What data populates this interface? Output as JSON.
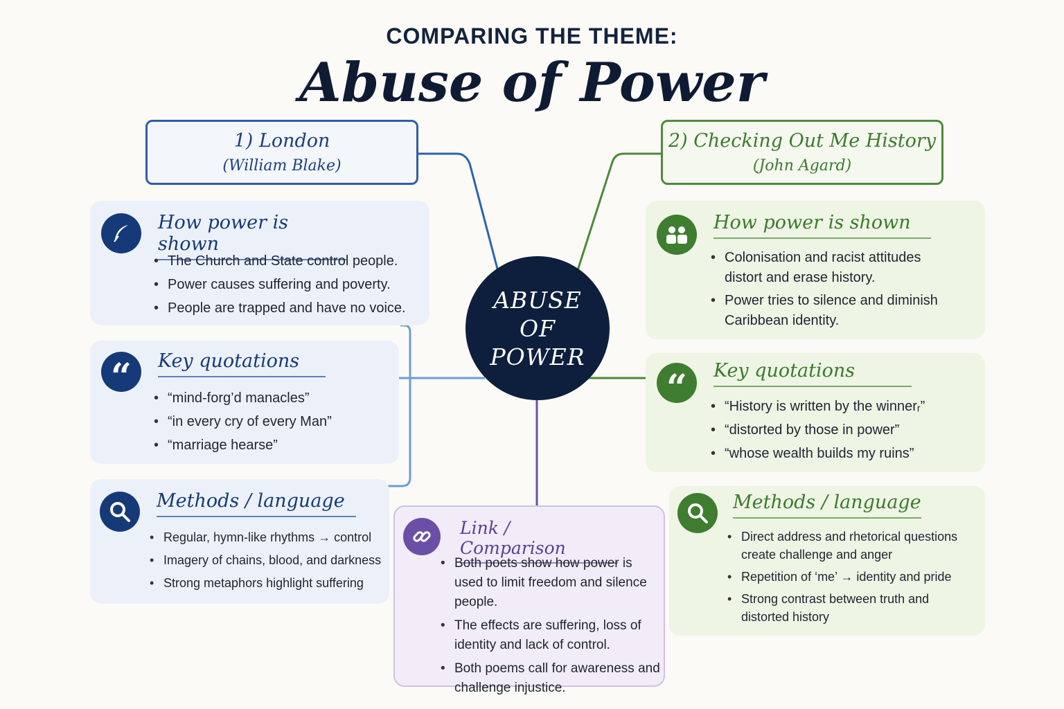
{
  "header": {
    "subtitle": "COMPARING THE THEME:",
    "title": "Abuse of Power"
  },
  "center": {
    "lines": [
      "ABUSE",
      "OF",
      "POWER"
    ]
  },
  "colors": {
    "london": "#163a78",
    "agard": "#3f7d31",
    "link": "#6b4fa6",
    "hub": "#0d1f3c"
  },
  "london": {
    "title": "1) London",
    "author": "(William Blake)",
    "power": {
      "icon": "quill-icon",
      "heading": "How power is shown",
      "items": [
        "The Church and State control people.",
        "Power causes suffering and poverty.",
        "People are trapped and have no voice."
      ]
    },
    "quotes": {
      "icon": "quotation-marks-icon",
      "heading": "Key quotations",
      "items": [
        "“mind-forg’d manacles”",
        "“in every cry of every Man”",
        "“marriage hearse”"
      ]
    },
    "methods": {
      "icon": "magnifier-icon",
      "heading": "Methods / language",
      "items": [
        "Regular, hymn-like rhythms → control",
        "Imagery of chains, blood, and darkness",
        "Strong metaphors highlight suffering"
      ]
    }
  },
  "agard": {
    "title": "2) Checking Out Me History",
    "author": "(John Agard)",
    "power": {
      "icon": "people-icon",
      "heading": "How power is shown",
      "items": [
        "Colonisation and racist attitudes distort and erase history.",
        "Power tries to silence and diminish Caribbean identity."
      ]
    },
    "quotes": {
      "icon": "quotation-marks-icon",
      "heading": "Key quotations",
      "items": [
        "“History is written by the winnerᵣ”",
        "“distorted by those in power”",
        "“whose wealth builds my ruins”"
      ]
    },
    "methods": {
      "icon": "magnifier-icon",
      "heading": "Methods / language",
      "items": [
        "Direct address and rhetorical questions create challenge and anger",
        "Repetition of ‘me’ → identity and pride",
        "Strong contrast between truth and distorted history"
      ]
    }
  },
  "link": {
    "icon": "chain-link-icon",
    "heading": "Link / Comparison",
    "items": [
      "Both poets show how power is used to limit freedom and silence people.",
      "The effects are suffering, loss of identity and lack of control.",
      "Both poems call for awareness and challenge injustice."
    ]
  }
}
